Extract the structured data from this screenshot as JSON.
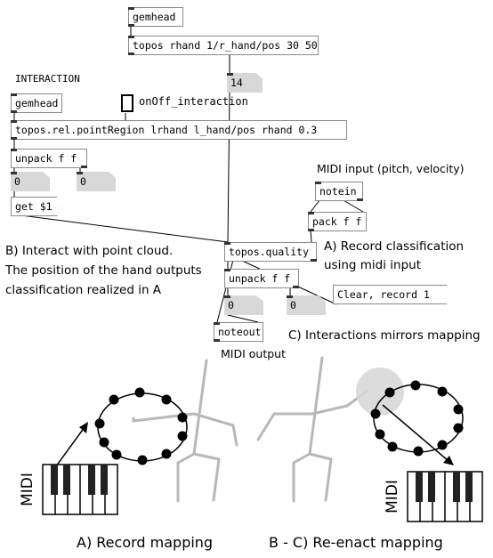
{
  "patch": {
    "gemhead_top": "gemhead",
    "topos_rhand": "topos rhand 1/r_hand/pos 30 50",
    "atom_14": "14",
    "section_title": "INTERACTION",
    "gemhead_left": "gemhead",
    "toggle_label": "onOff_interaction",
    "pointregion": "topos.rel.pointRegion lrhand l_hand/pos rhand 0.3",
    "unpack_left": "unpack f f",
    "atom_left_1": "0",
    "atom_left_2": "0",
    "get_msg": "get $1",
    "notein": "notein",
    "pack": "pack f f",
    "quality": "topos.quality",
    "unpack_mid": "unpack f f",
    "atom_mid_1": "0",
    "atom_mid_2": "0",
    "clear_msg": "Clear, record 1",
    "noteout": "noteout"
  },
  "annotations": {
    "midi_input": "MIDI input (pitch, velocity)",
    "record_classification_1": "A) Record classification",
    "record_classification_2": "using midi input",
    "interact_1": "B) Interact with point cloud.",
    "interact_2": "The position of the hand outputs",
    "interact_3": "classification realized in A",
    "mirrors": "C) Interactions mirrors mapping",
    "midi_output": "MIDI output"
  },
  "illustration": {
    "midi_left": "MIDI",
    "midi_right": "MIDI",
    "caption_left": "A) Record mapping",
    "caption_right": "B - C) Re-enact mapping"
  }
}
